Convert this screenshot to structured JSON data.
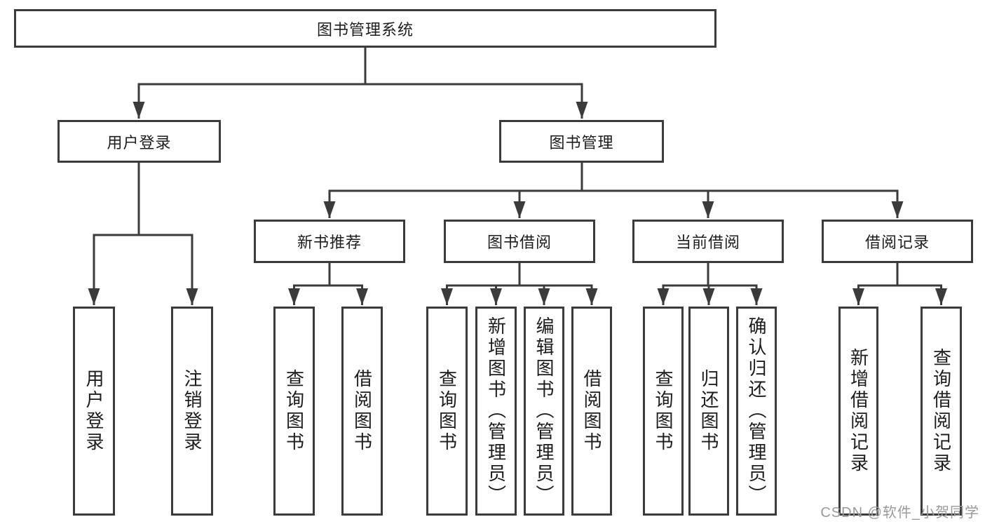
{
  "tree": {
    "root": {
      "label": "图书管理系统",
      "children": [
        {
          "label": "用户登录",
          "children": [
            {
              "label": "用户登录"
            },
            {
              "label": "注销登录"
            }
          ]
        },
        {
          "label": "图书管理",
          "children": [
            {
              "label": "新书推荐",
              "children": [
                {
                  "label": "查询图书"
                },
                {
                  "label": "借阅图书"
                }
              ]
            },
            {
              "label": "图书借阅",
              "children": [
                {
                  "label": "查询图书"
                },
                {
                  "label": "新增图书（管理员）"
                },
                {
                  "label": "编辑图书（管理员）"
                },
                {
                  "label": "借阅图书"
                }
              ]
            },
            {
              "label": "当前借阅",
              "children": [
                {
                  "label": "查询图书"
                },
                {
                  "label": "归还图书"
                },
                {
                  "label": "确认归还（管理员）"
                }
              ]
            },
            {
              "label": "借阅记录",
              "children": [
                {
                  "label": "新增借阅记录"
                },
                {
                  "label": "查询借阅记录"
                }
              ]
            }
          ]
        }
      ]
    }
  },
  "watermark": {
    "text": "CSDN @软件_小贺同学"
  },
  "colors": {
    "line": "#3b3b3b",
    "text": "#1d1d1d",
    "background": "#ffffff",
    "watermark": "#9a9a9a"
  }
}
